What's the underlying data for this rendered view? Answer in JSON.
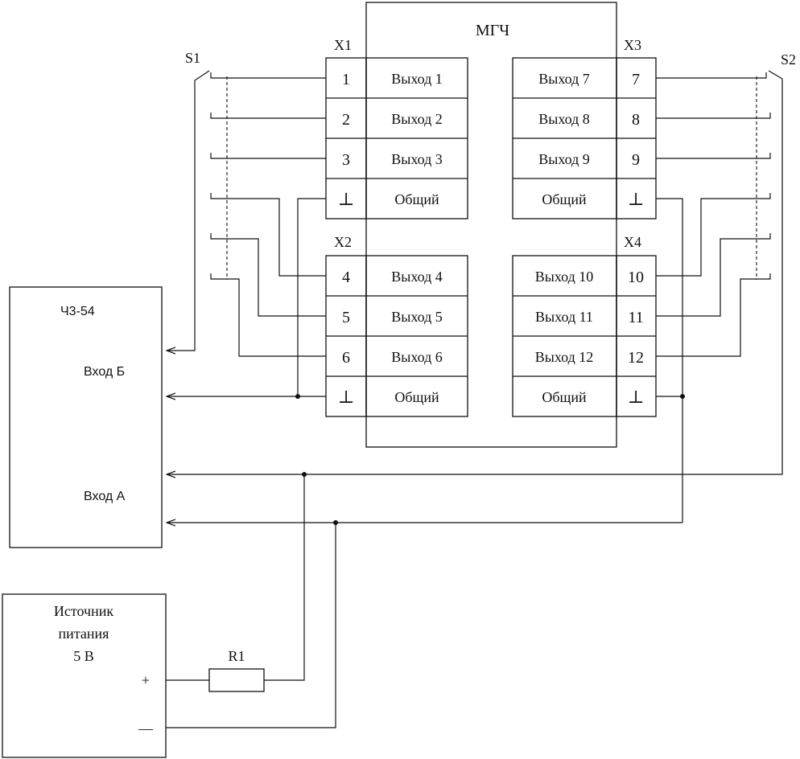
{
  "mgch": {
    "title": "МГЧ"
  },
  "connectors": {
    "x1": {
      "label": "X1",
      "rows": [
        {
          "pin": "1",
          "name": "Выход 1"
        },
        {
          "pin": "2",
          "name": "Выход 2"
        },
        {
          "pin": "3",
          "name": "Выход 3"
        },
        {
          "pin": "⊥",
          "name": "Общий"
        }
      ]
    },
    "x2": {
      "label": "X2",
      "rows": [
        {
          "pin": "4",
          "name": "Выход 4"
        },
        {
          "pin": "5",
          "name": "Выход 5"
        },
        {
          "pin": "6",
          "name": "Выход 6"
        },
        {
          "pin": "⊥",
          "name": "Общий"
        }
      ]
    },
    "x3": {
      "label": "X3",
      "rows": [
        {
          "pin": "7",
          "name": "Выход 7"
        },
        {
          "pin": "8",
          "name": "Выход 8"
        },
        {
          "pin": "9",
          "name": "Выход 9"
        },
        {
          "pin": "⊥",
          "name": "Общий"
        }
      ]
    },
    "x4": {
      "label": "X4",
      "rows": [
        {
          "pin": "10",
          "name": "Выход 10"
        },
        {
          "pin": "11",
          "name": "Выход 11"
        },
        {
          "pin": "12",
          "name": "Выход 12"
        },
        {
          "pin": "⊥",
          "name": "Общий"
        }
      ]
    }
  },
  "switches": {
    "s1": "S1",
    "s2": "S2"
  },
  "counter": {
    "title": "Ч3-54",
    "input_b": "Вход Б",
    "input_a": "Вход А"
  },
  "power": {
    "line1": "Источник",
    "line2": "питания",
    "line3": "5 В",
    "plus": "+",
    "minus": "—"
  },
  "resistor": {
    "label": "R1"
  }
}
